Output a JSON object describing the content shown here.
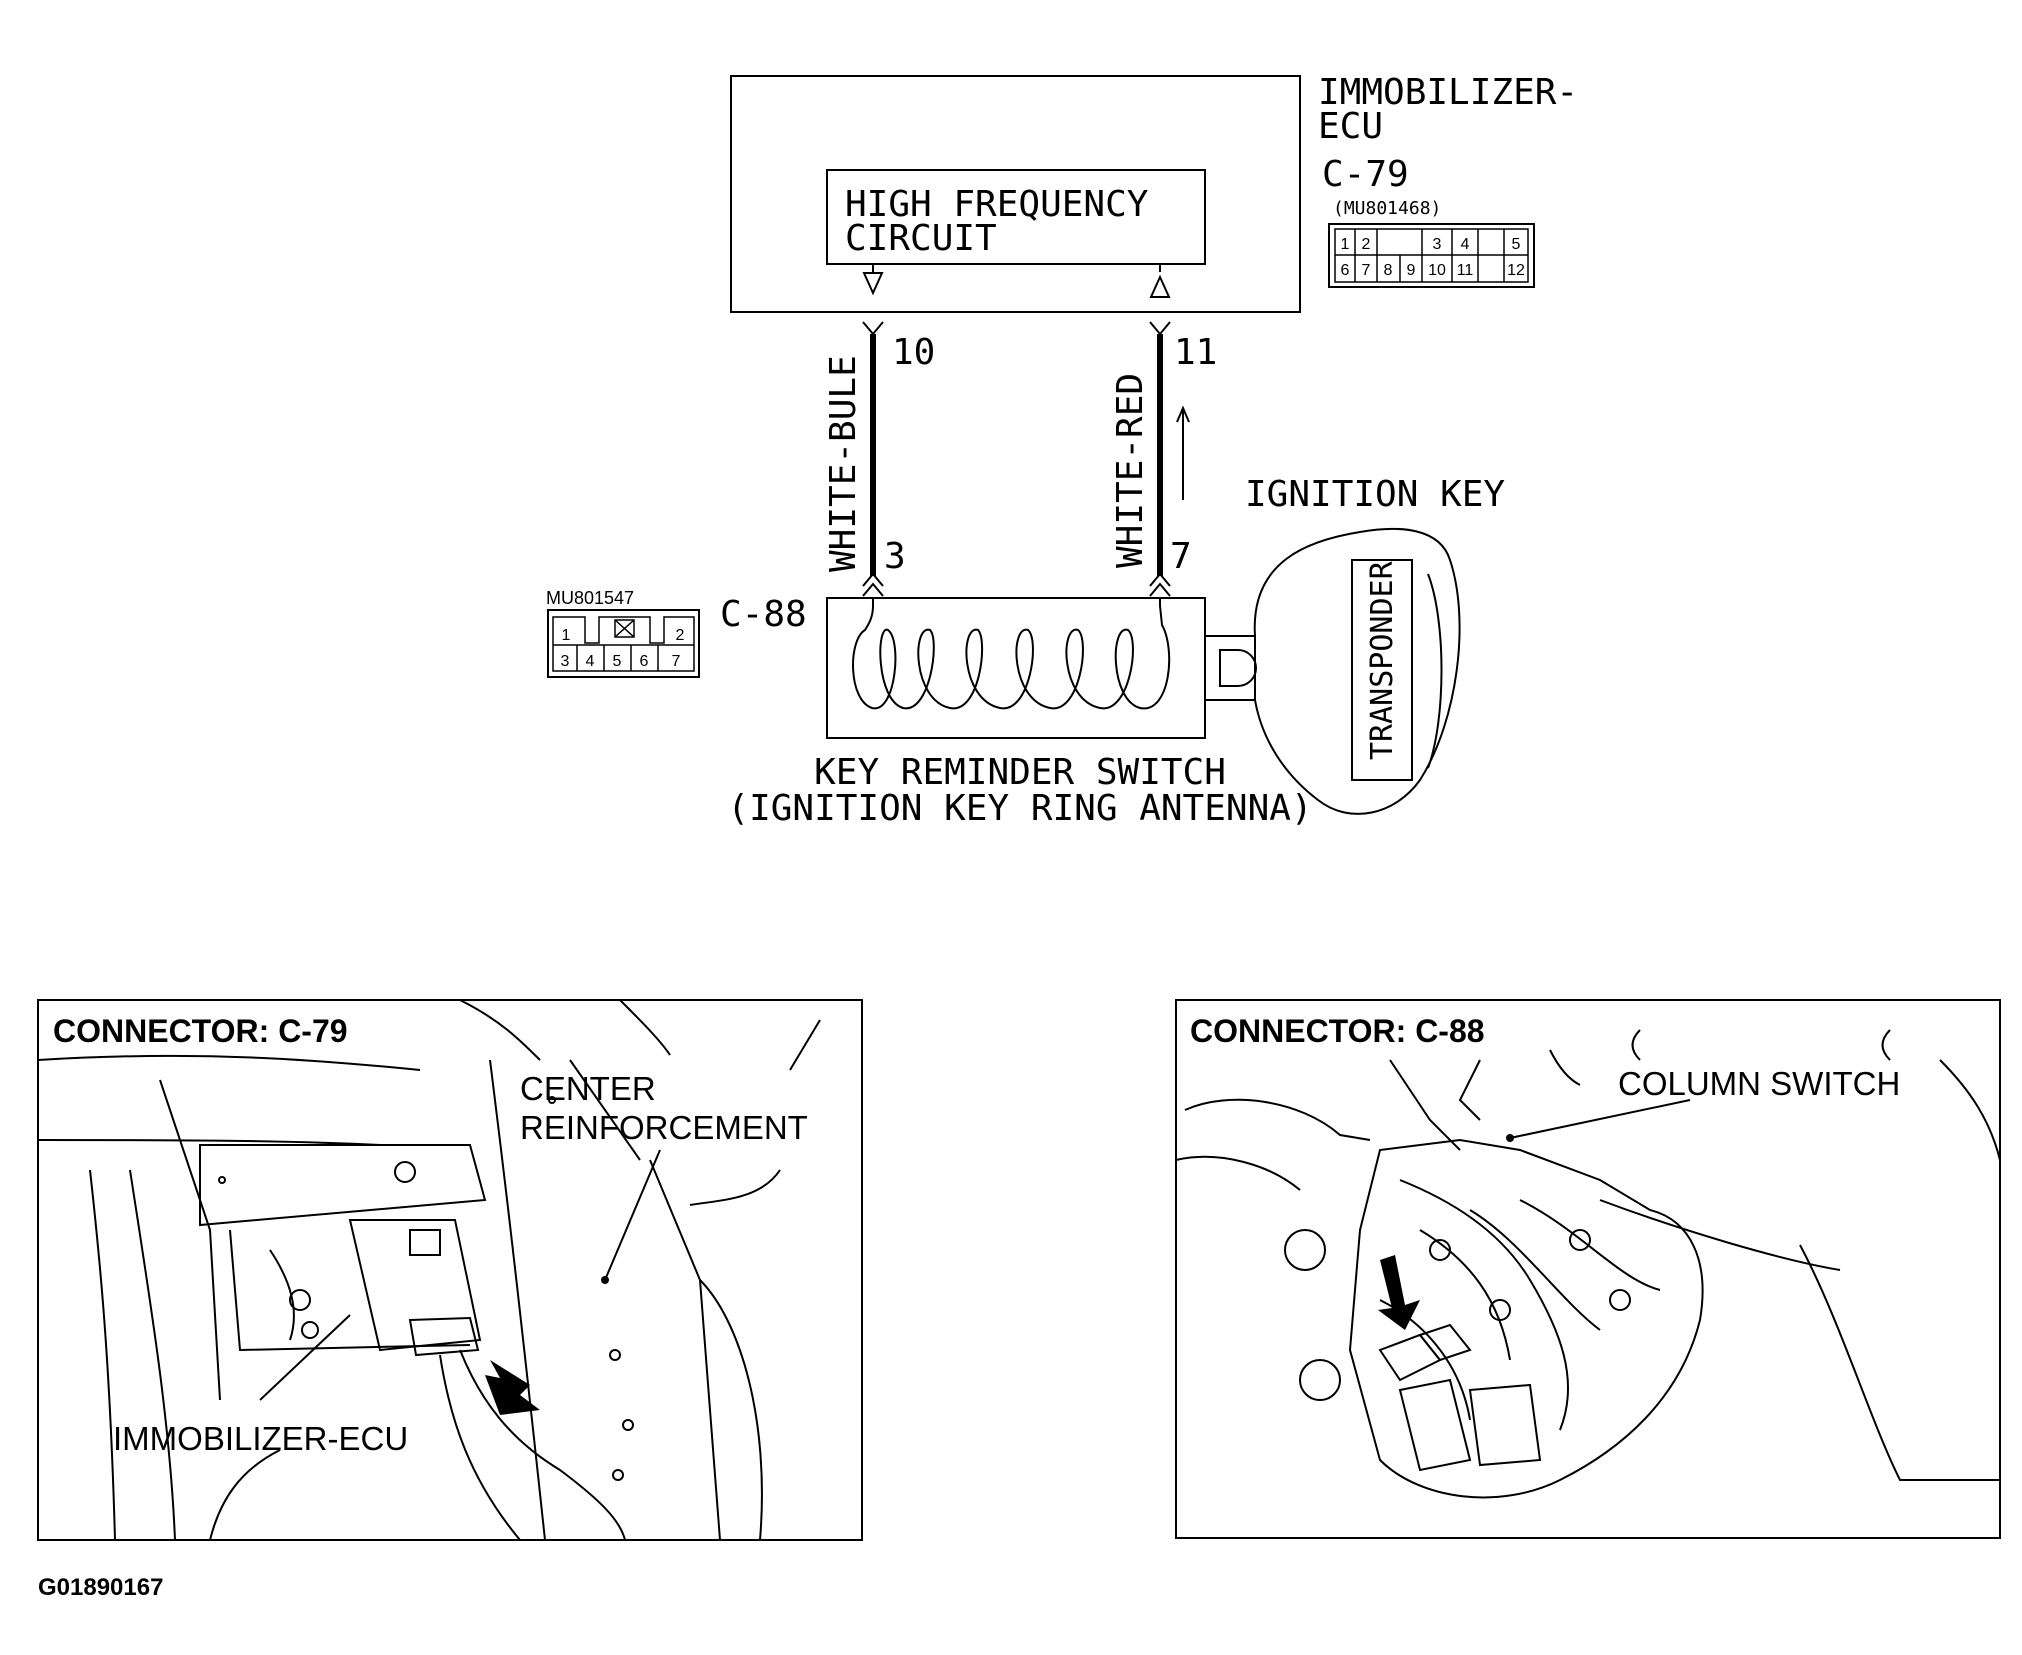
{
  "ecu": {
    "name_line1": "IMMOBILIZER-",
    "name_line2": "ECU",
    "connector_id": "C-79",
    "part_number": "(MU801468)",
    "inner_block_line1": "HIGH FREQUENCY",
    "inner_block_line2": "CIRCUIT",
    "pins_row1": [
      "1",
      "2",
      "",
      "3",
      "4",
      "5"
    ],
    "pins_row2": [
      "6",
      "7",
      "8",
      "9",
      "10",
      "11",
      "12"
    ]
  },
  "wires": [
    {
      "color": "WHITE-BULE",
      "ecu_pin": "10",
      "switch_pin": "3"
    },
    {
      "color": "WHITE-RED",
      "ecu_pin": "11",
      "switch_pin": "7"
    }
  ],
  "switch": {
    "connector_id": "C-88",
    "part_number": "MU801547",
    "caption_line1": "KEY REMINDER SWITCH",
    "caption_line2": "(IGNITION KEY RING ANTENNA)",
    "pins_row1": [
      "1",
      "2"
    ],
    "pins_row2": [
      "3",
      "4",
      "5",
      "6",
      "7"
    ]
  },
  "ignition_key": {
    "label": "IGNITION KEY",
    "transponder_label": "TRANSPONDER"
  },
  "panel_left": {
    "title": "CONNECTOR: C-79",
    "label_center_line1": "CENTER",
    "label_center_line2": "REINFORCEMENT",
    "label_ecu": "IMMOBILIZER-ECU"
  },
  "panel_right": {
    "title": "CONNECTOR: C-88",
    "label_column": "COLUMN SWITCH"
  },
  "figure_code": "G01890167"
}
